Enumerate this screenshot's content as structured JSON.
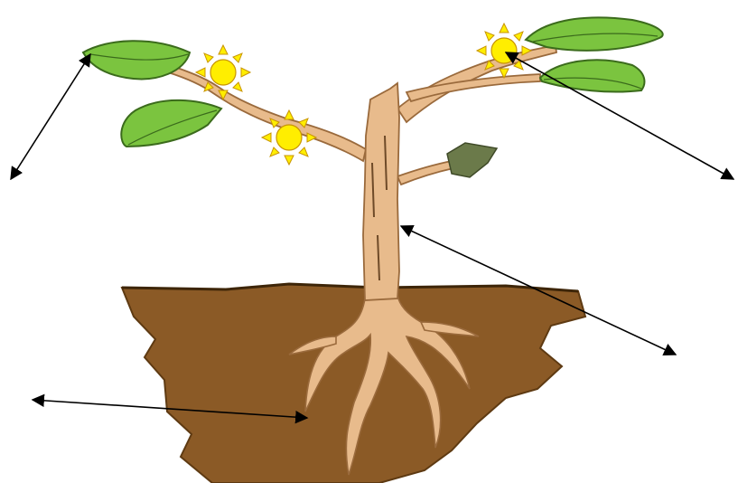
{
  "colors": {
    "background": "#ffffff",
    "soil": "#8b5a26",
    "soil_edge": "#5e3a12",
    "trunk": "#e8bb8c",
    "trunk_dark": "#b08050",
    "leaf": "#7bc43f",
    "leaf_edge": "#3b6b1c",
    "sun_fill": "#ffee00",
    "sun_ray": "#f5c800",
    "arrow": "#000000"
  },
  "icons": [
    "sun-icon",
    "leaf-icon",
    "arrow-icon"
  ],
  "diagram": {
    "parts": [
      "leaves",
      "stem",
      "roots",
      "soil",
      "sunlight"
    ],
    "pointer_count": 4,
    "sun_count": 3
  }
}
